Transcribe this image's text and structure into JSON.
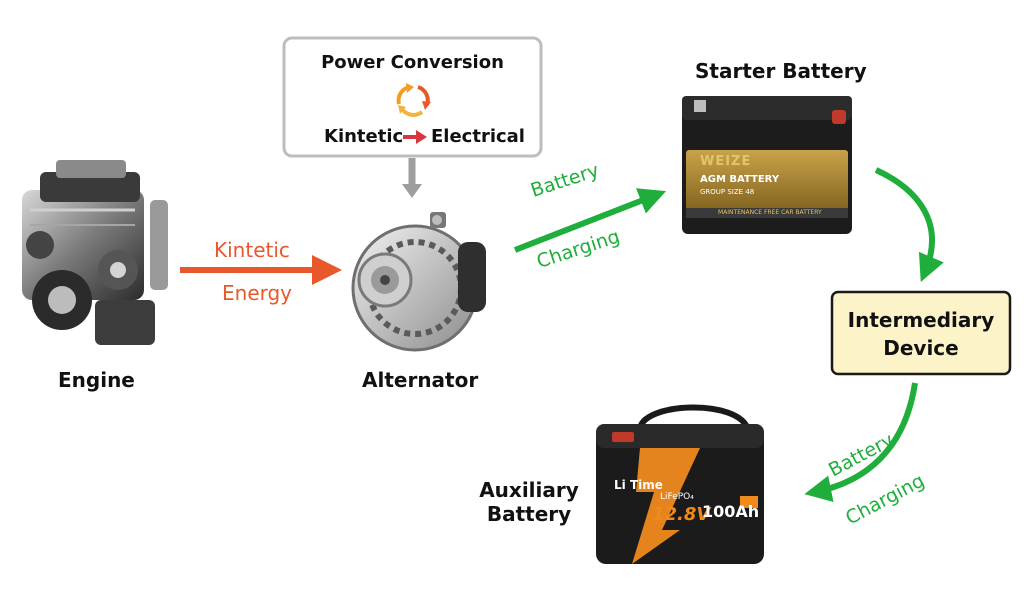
{
  "power_conversion": {
    "title": "Power Conversion",
    "from": "Kintetic",
    "to": "Electrical"
  },
  "kinetic_label": {
    "line1": "Kintetic",
    "line2": "Energy"
  },
  "charge_label_top": {
    "line1": "Battery",
    "line2": "Charging"
  },
  "charge_label_bottom": {
    "line1": "Battery",
    "line2": "Charging"
  },
  "labels": {
    "engine": "Engine",
    "alternator": "Alternator",
    "starter_battery": "Starter Battery",
    "intermediary_line1": "Intermediary",
    "intermediary_line2": "Device",
    "auxiliary_line1": "Auxiliary",
    "auxiliary_line2": "Battery"
  },
  "starter_battery_face": {
    "brand": "WEIZE",
    "type": "AGM BATTERY",
    "group": "GROUP SIZE 48",
    "footer": "MAINTENANCE FREE CAR BATTERY"
  },
  "aux_battery_face": {
    "brand": "Li Time",
    "chem": "LiFePO₄",
    "voltage": "12.8V",
    "capacity": "100Ah"
  },
  "colors": {
    "kinetic": "#e8582a",
    "charging": "#1fae3c",
    "box_border": "#bdbdbd",
    "intermediary_fill": "#fdf3c8",
    "gray_arrow": "#9e9e9e"
  },
  "icons": {
    "cycle": "recycle-arrows-icon",
    "arrow": "right-arrow-icon"
  }
}
